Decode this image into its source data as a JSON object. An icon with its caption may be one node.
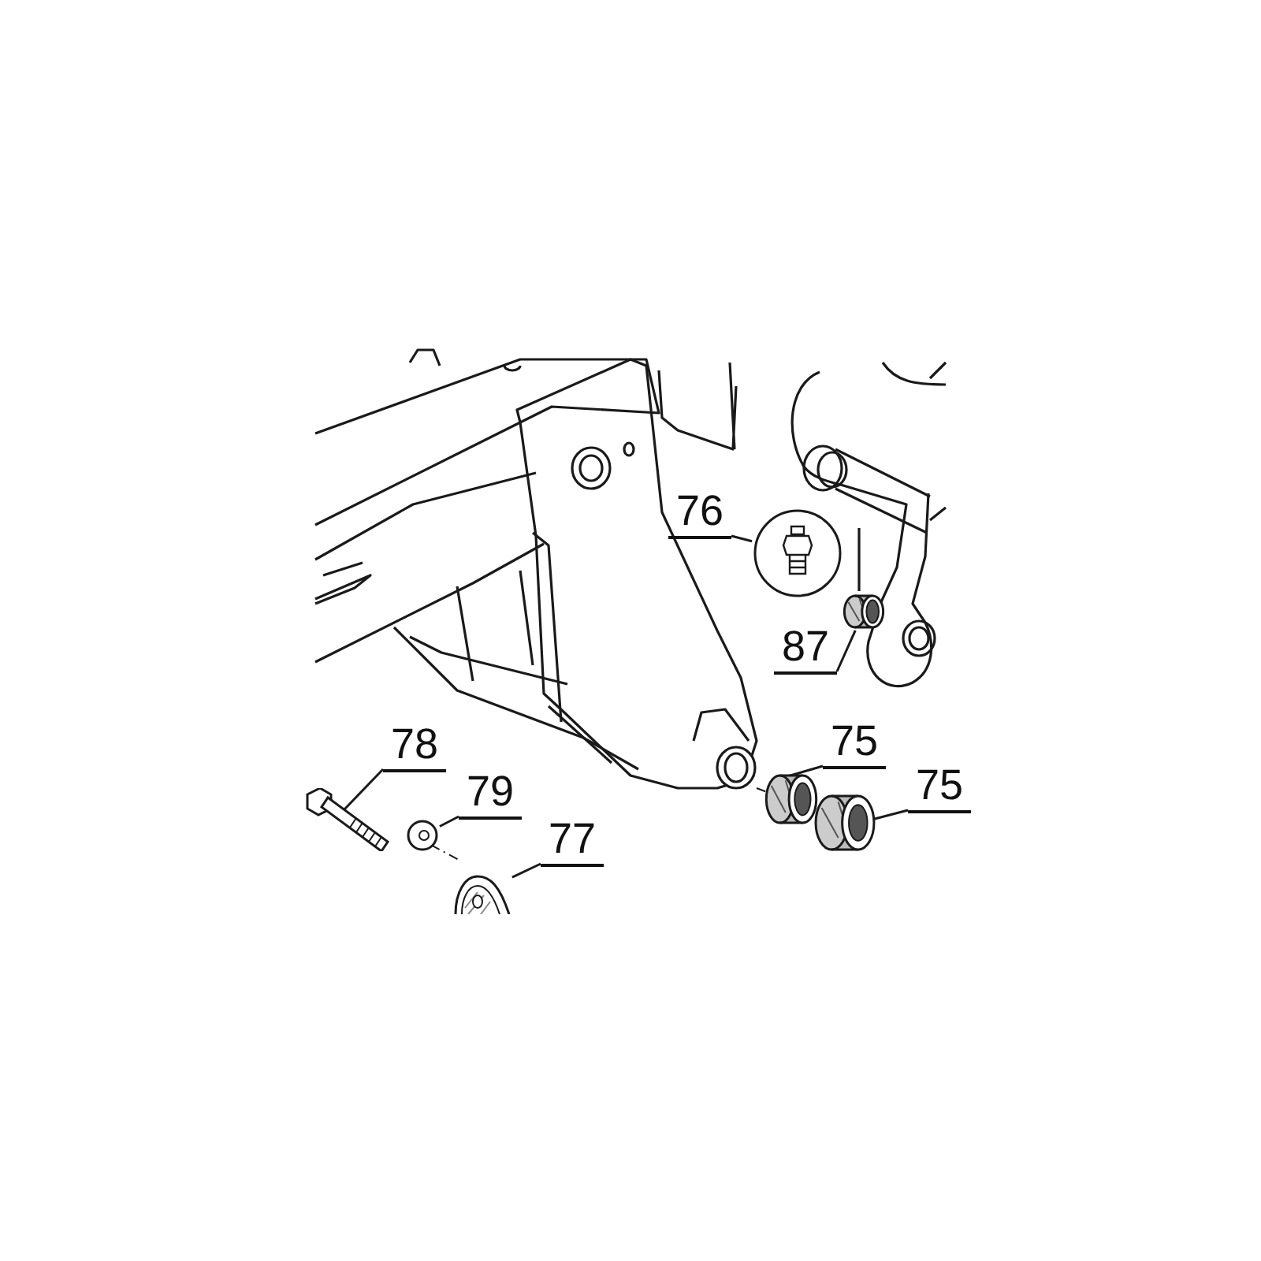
{
  "diagram": {
    "nodes": [
      {
        "text": [
          "76"
        ]
      },
      {
        "text": [],
        "shape": "picture"
      },
      {
        "text": [
          "87"
        ]
      },
      {
        "text": [],
        "shape": "cylinder"
      },
      {
        "text": [
          "78"
        ]
      },
      {
        "text": [],
        "shape": "picture"
      },
      {
        "text": [
          "79"
        ]
      },
      {
        "text": [],
        "shape": "picture"
      },
      {
        "text": [
          "77"
        ]
      },
      {
        "text": [],
        "shape": "picture"
      },
      {
        "text": [
          "75"
        ]
      },
      {
        "text": [],
        "shape": "cylinder"
      },
      {
        "text": [
          "75"
        ]
      },
      {
        "text": [],
        "shape": "cylinder"
      }
    ],
    "edges": [
      {
        "from": 0,
        "to": 1,
        "arrow": "none"
      },
      {
        "from": 2,
        "to": 3,
        "arrow": "none"
      },
      {
        "from": 4,
        "to": 5,
        "arrow": "none"
      },
      {
        "from": 6,
        "to": 7,
        "arrow": "none"
      },
      {
        "from": 8,
        "to": 9,
        "arrow": "none"
      },
      {
        "from": 10,
        "to": 11,
        "arrow": "none"
      },
      {
        "from": 12,
        "to": 13,
        "arrow": "none"
      }
    ]
  }
}
